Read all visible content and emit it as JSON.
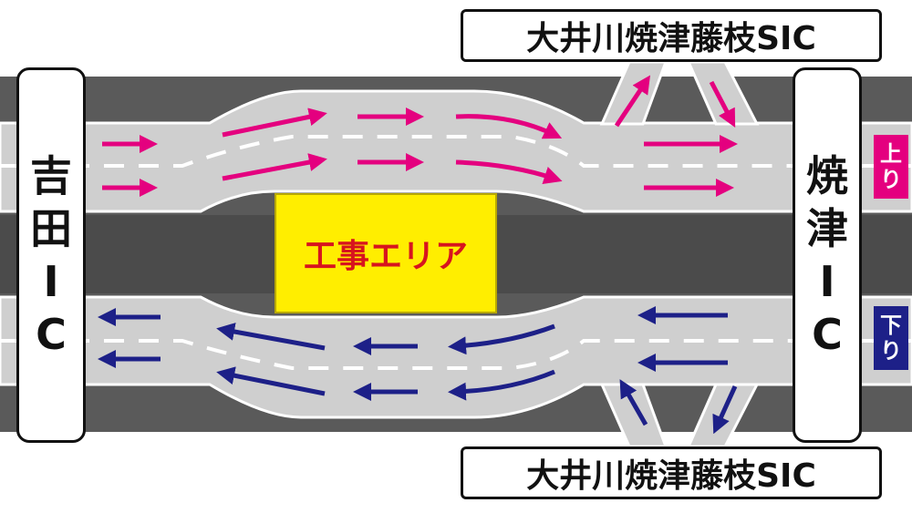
{
  "interchanges": {
    "left": {
      "name": "吉田IC",
      "chars": [
        "吉",
        "田",
        "I",
        "C"
      ]
    },
    "right": {
      "name": "焼津IC",
      "chars": [
        "焼",
        "津",
        "I",
        "C"
      ]
    }
  },
  "smart_ic": {
    "top_label": "大井川焼津藤枝SIC",
    "bottom_label": "大井川焼津藤枝SIC"
  },
  "directions": {
    "up": {
      "chars": [
        "上",
        "り"
      ],
      "color": "#e4007f"
    },
    "down": {
      "chars": [
        "下",
        "り"
      ],
      "color": "#1d2088"
    }
  },
  "work_area": {
    "label": "工事エリア",
    "fill": "#ffee00",
    "text_color": "#d7141e"
  },
  "colors": {
    "road": "#cfcfcf",
    "median": "#595959",
    "up_arrow": "#e4007f",
    "down_arrow": "#1d2088"
  }
}
